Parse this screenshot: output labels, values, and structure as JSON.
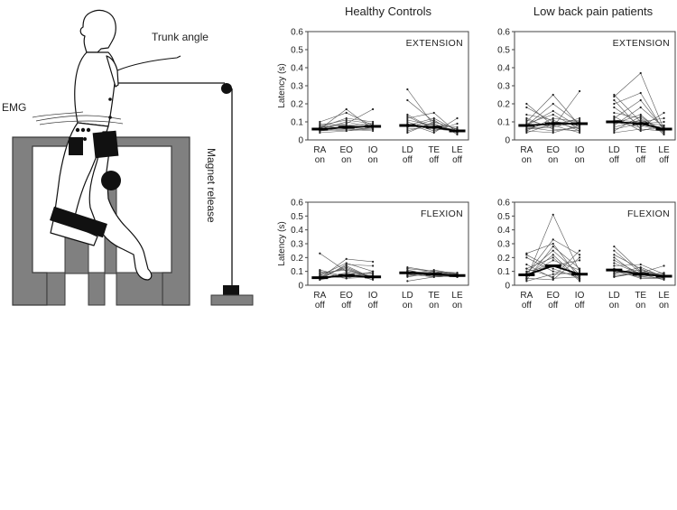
{
  "apparatus": {
    "labels": {
      "trunk_angle": "Trunk angle",
      "emg": "EMG",
      "magnet_release": "Magnet release"
    },
    "colors": {
      "frame": "#808080",
      "frame_stroke": "#3a3a3a",
      "ink": "#111111"
    }
  },
  "group_titles": [
    "Healthy Controls",
    "Low back pain patients"
  ],
  "chart_data": [
    {
      "type": "line",
      "group": "Healthy Controls",
      "panel": "EXTENSION",
      "title": "",
      "xlabel": "",
      "ylabel": "Latency (s)",
      "ylim": [
        0,
        0.6
      ],
      "yticks": [
        "0",
        "0.1",
        "0.2",
        "0.3",
        "0.4",
        "0.5",
        "0.6"
      ],
      "categories": [
        "RA on",
        "EO on",
        "IO on",
        "LD off",
        "TE off",
        "LE off"
      ],
      "subject_lines": [
        [
          0.06,
          0.07,
          0.06
        ],
        [
          0.08,
          0.11,
          0.09
        ],
        [
          0.05,
          0.06,
          0.05
        ],
        [
          0.07,
          0.12,
          0.1
        ],
        [
          0.04,
          0.05,
          0.07
        ],
        [
          0.09,
          0.08,
          0.07
        ],
        [
          0.06,
          0.17,
          0.06
        ],
        [
          0.07,
          0.09,
          0.17
        ],
        [
          0.05,
          0.07,
          0.08
        ],
        [
          0.08,
          0.06,
          0.06
        ],
        [
          0.06,
          0.1,
          0.07
        ],
        [
          0.07,
          0.08,
          0.09
        ],
        [
          0.1,
          0.15,
          0.08
        ],
        [
          0.06,
          0.05,
          0.06
        ],
        [
          0.28,
          0.08,
          0.05
        ],
        [
          0.22,
          0.1,
          0.06
        ],
        [
          0.12,
          0.15,
          0.04
        ],
        [
          0.1,
          0.05,
          0.09
        ],
        [
          0.08,
          0.12,
          0.05
        ],
        [
          0.06,
          0.07,
          0.06
        ],
        [
          0.05,
          0.09,
          0.04
        ],
        [
          0.14,
          0.06,
          0.05
        ],
        [
          0.09,
          0.04,
          0.12
        ],
        [
          0.07,
          0.11,
          0.03
        ],
        [
          0.11,
          0.08,
          0.07
        ],
        [
          0.04,
          0.1,
          0.06
        ],
        [
          0.13,
          0.06,
          0.05
        ],
        [
          0.08,
          0.09,
          0.04
        ]
      ],
      "medians": [
        0.06,
        0.07,
        0.075,
        0.08,
        0.07,
        0.05
      ]
    },
    {
      "type": "line",
      "group": "Low back pain patients",
      "panel": "EXTENSION",
      "title": "",
      "xlabel": "",
      "ylabel": "",
      "ylim": [
        0,
        0.6
      ],
      "yticks": [
        "0",
        "0.1",
        "0.2",
        "0.3",
        "0.4",
        "0.5",
        "0.6"
      ],
      "categories": [
        "RA on",
        "EO on",
        "IO on",
        "LD off",
        "TE off",
        "LE off"
      ],
      "subject_lines": [
        [
          0.18,
          0.1,
          0.06
        ],
        [
          0.1,
          0.25,
          0.08
        ],
        [
          0.06,
          0.07,
          0.27
        ],
        [
          0.05,
          0.12,
          0.1
        ],
        [
          0.12,
          0.06,
          0.05
        ],
        [
          0.08,
          0.2,
          0.09
        ],
        [
          0.04,
          0.09,
          0.11
        ],
        [
          0.07,
          0.05,
          0.07
        ],
        [
          0.14,
          0.11,
          0.05
        ],
        [
          0.06,
          0.08,
          0.12
        ],
        [
          0.09,
          0.14,
          0.06
        ],
        [
          0.05,
          0.04,
          0.08
        ],
        [
          0.11,
          0.07,
          0.1
        ],
        [
          0.08,
          0.16,
          0.07
        ],
        [
          0.2,
          0.08,
          0.04
        ],
        [
          0.06,
          0.1,
          0.09
        ],
        [
          0.24,
          0.37,
          0.06
        ],
        [
          0.2,
          0.26,
          0.05
        ],
        [
          0.25,
          0.1,
          0.08
        ],
        [
          0.12,
          0.22,
          0.06
        ],
        [
          0.1,
          0.07,
          0.15
        ],
        [
          0.15,
          0.12,
          0.04
        ],
        [
          0.08,
          0.18,
          0.07
        ],
        [
          0.06,
          0.09,
          0.1
        ],
        [
          0.22,
          0.06,
          0.05
        ],
        [
          0.09,
          0.14,
          0.03
        ],
        [
          0.13,
          0.05,
          0.08
        ],
        [
          0.07,
          0.11,
          0.06
        ],
        [
          0.18,
          0.08,
          0.05
        ],
        [
          0.05,
          0.13,
          0.04
        ],
        [
          0.11,
          0.1,
          0.12
        ],
        [
          0.04,
          0.06,
          0.05
        ]
      ],
      "medians": [
        0.08,
        0.09,
        0.09,
        0.1,
        0.09,
        0.06
      ]
    },
    {
      "type": "line",
      "group": "Healthy Controls",
      "panel": "FLEXION",
      "title": "",
      "xlabel": "",
      "ylabel": "Latency (s)",
      "ylim": [
        0,
        0.6
      ],
      "yticks": [
        "0",
        "0.1",
        "0.2",
        "0.3",
        "0.4",
        "0.5",
        "0.6"
      ],
      "categories": [
        "RA off",
        "EO off",
        "IO off",
        "LD on",
        "TE on",
        "LE on"
      ],
      "subject_lines": [
        [
          0.23,
          0.1,
          0.06
        ],
        [
          0.05,
          0.19,
          0.17
        ],
        [
          0.04,
          0.15,
          0.14
        ],
        [
          0.08,
          0.12,
          0.05
        ],
        [
          0.06,
          0.07,
          0.08
        ],
        [
          0.1,
          0.05,
          0.06
        ],
        [
          0.07,
          0.16,
          0.1
        ],
        [
          0.05,
          0.09,
          0.04
        ],
        [
          0.11,
          0.06,
          0.07
        ],
        [
          0.06,
          0.13,
          0.05
        ],
        [
          0.04,
          0.08,
          0.09
        ],
        [
          0.09,
          0.11,
          0.06
        ],
        [
          0.07,
          0.05,
          0.1
        ],
        [
          0.05,
          0.14,
          0.05
        ],
        [
          0.13,
          0.1,
          0.08
        ],
        [
          0.08,
          0.06,
          0.07
        ],
        [
          0.1,
          0.08,
          0.06
        ],
        [
          0.06,
          0.09,
          0.08
        ],
        [
          0.09,
          0.07,
          0.07
        ],
        [
          0.12,
          0.1,
          0.09
        ],
        [
          0.07,
          0.08,
          0.06
        ],
        [
          0.1,
          0.09,
          0.07
        ],
        [
          0.08,
          0.11,
          0.08
        ],
        [
          0.11,
          0.07,
          0.06
        ],
        [
          0.03,
          0.06,
          0.07
        ],
        [
          0.09,
          0.08,
          0.09
        ],
        [
          0.07,
          0.1,
          0.06
        ],
        [
          0.1,
          0.06,
          0.07
        ]
      ],
      "medians": [
        0.055,
        0.07,
        0.06,
        0.09,
        0.08,
        0.07
      ]
    },
    {
      "type": "line",
      "group": "Low back pain patients",
      "panel": "FLEXION",
      "title": "",
      "xlabel": "",
      "ylabel": "",
      "ylim": [
        0,
        0.6
      ],
      "yticks": [
        "0",
        "0.1",
        "0.2",
        "0.3",
        "0.4",
        "0.5",
        "0.6"
      ],
      "categories": [
        "RA off",
        "EO off",
        "IO off",
        "LD on",
        "TE on",
        "LE on"
      ],
      "subject_lines": [
        [
          0.05,
          0.51,
          0.1
        ],
        [
          0.08,
          0.33,
          0.22
        ],
        [
          0.23,
          0.3,
          0.05
        ],
        [
          0.04,
          0.28,
          0.12
        ],
        [
          0.12,
          0.06,
          0.25
        ],
        [
          0.2,
          0.1,
          0.07
        ],
        [
          0.06,
          0.22,
          0.04
        ],
        [
          0.1,
          0.14,
          0.18
        ],
        [
          0.03,
          0.08,
          0.09
        ],
        [
          0.15,
          0.05,
          0.06
        ],
        [
          0.07,
          0.18,
          0.11
        ],
        [
          0.22,
          0.12,
          0.05
        ],
        [
          0.05,
          0.04,
          0.2
        ],
        [
          0.09,
          0.25,
          0.08
        ],
        [
          0.12,
          0.2,
          0.03
        ],
        [
          0.06,
          0.09,
          0.14
        ],
        [
          0.28,
          0.1,
          0.07
        ],
        [
          0.22,
          0.12,
          0.05
        ],
        [
          0.18,
          0.08,
          0.06
        ],
        [
          0.14,
          0.15,
          0.08
        ],
        [
          0.1,
          0.06,
          0.05
        ],
        [
          0.25,
          0.09,
          0.07
        ],
        [
          0.08,
          0.13,
          0.06
        ],
        [
          0.12,
          0.07,
          0.09
        ],
        [
          0.06,
          0.1,
          0.05
        ],
        [
          0.16,
          0.08,
          0.04
        ],
        [
          0.09,
          0.11,
          0.07
        ],
        [
          0.2,
          0.06,
          0.08
        ],
        [
          0.07,
          0.09,
          0.06
        ],
        [
          0.11,
          0.05,
          0.05
        ]
      ],
      "medians": [
        0.075,
        0.14,
        0.08,
        0.11,
        0.08,
        0.065
      ]
    }
  ]
}
